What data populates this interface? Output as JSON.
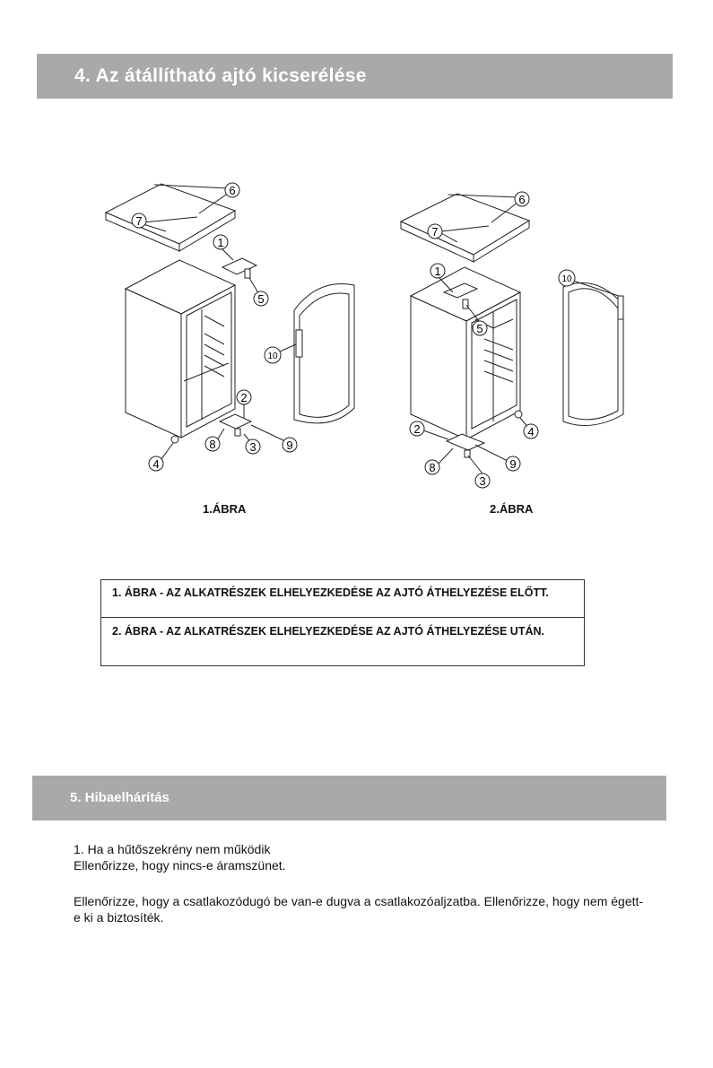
{
  "section4": {
    "title": "4. Az átállítható ajtó kicserélése"
  },
  "figures": {
    "captions": [
      "1.ÁBRA",
      "2.ÁBRA"
    ],
    "part_numbers": [
      "1",
      "2",
      "3",
      "4",
      "5",
      "6",
      "7",
      "8",
      "9",
      "10"
    ]
  },
  "legend": [
    "1. ÁBRA - AZ ALKATRÉSZEK ELHELYEZKEDÉSE AZ AJTÓ ÁTHELYEZÉSE ELŐTT.",
    "2. ÁBRA - AZ ALKATRÉSZEK ELHELYEZKEDÉSE AZ AJTÓ ÁTHELYEZÉSE UTÁN."
  ],
  "section5": {
    "title": "5. Hibaelhárítás",
    "item1_heading": "1. Ha a hűtőszekrény nem működik",
    "item1_line1": "Ellenőrizze, hogy nincs-e áramszünet.",
    "item1_line2": "Ellenőrizze, hogy a csatlakozódugó be van-e dugva a csatlakozóaljzatba. Ellenőrizze, hogy nem égett-e ki a biztosíték."
  }
}
